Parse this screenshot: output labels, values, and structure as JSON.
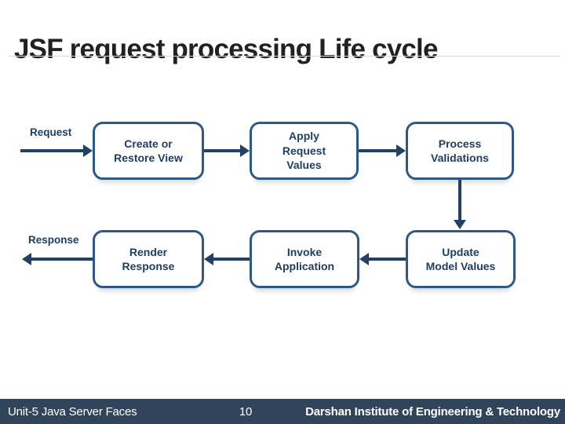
{
  "slide": {
    "title": "JSF request processing Life cycle",
    "page_number": "10",
    "footer_left": "Unit-5 Java Server Faces",
    "footer_right": "Darshan Institute of Engineering & Technology"
  },
  "diagram": {
    "flow_labels": {
      "request": "Request",
      "response": "Response"
    },
    "boxes": [
      {
        "id": "create-or-restore-view",
        "label": "Create or\nRestore View"
      },
      {
        "id": "apply-request-values",
        "label": "Apply\nRequest\nValues"
      },
      {
        "id": "process-validations",
        "label": "Process\nValidations"
      },
      {
        "id": "render-response",
        "label": "Render\nResponse"
      },
      {
        "id": "invoke-application",
        "label": "Invoke\nApplication"
      },
      {
        "id": "update-model-values",
        "label": "Update\nModel Values"
      }
    ]
  },
  "colors": {
    "navy": "#224265",
    "box_border": "#2E5984",
    "box_text": "#1F3E63",
    "footer_bg": "#30455A",
    "divider": "#D9D9D9",
    "title_text": "#212121"
  }
}
